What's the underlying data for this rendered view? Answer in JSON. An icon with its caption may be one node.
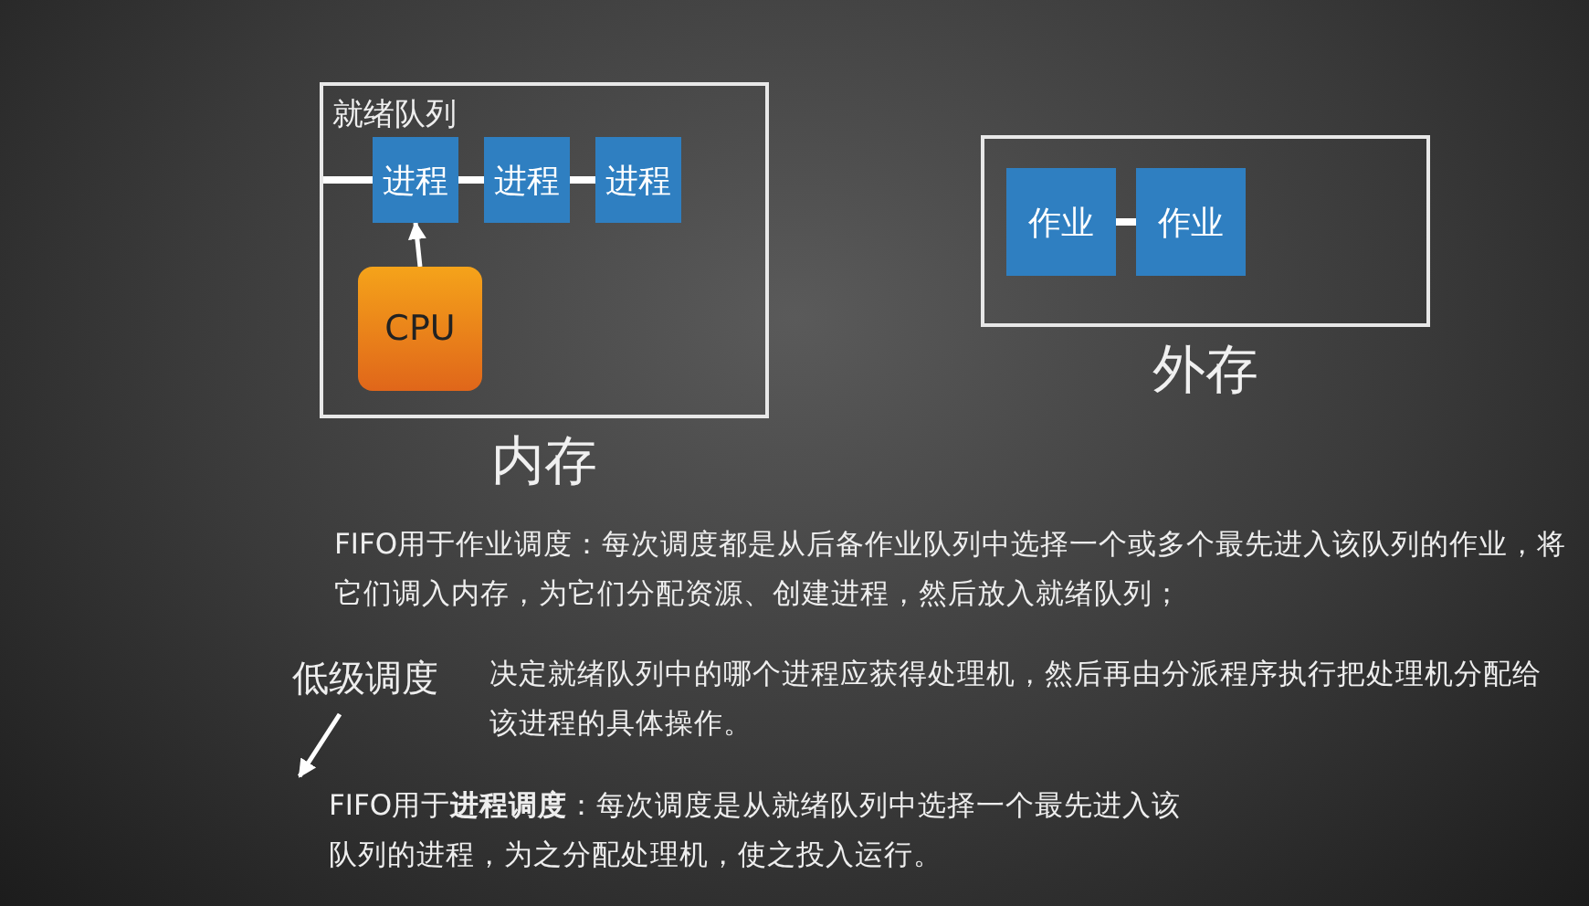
{
  "diagram": {
    "nodes": [
      {
        "text": [
          "就绪队列",
          "内存"
        ]
      },
      {
        "text": [
          "进程"
        ],
        "in": 0
      },
      {
        "text": [
          "进程"
        ],
        "in": 0
      },
      {
        "text": [
          "进程"
        ],
        "in": 0
      },
      {
        "text": [
          "CPU"
        ],
        "in": 0
      },
      {
        "text": [
          "外存"
        ]
      },
      {
        "text": [
          "作业"
        ],
        "in": 5
      },
      {
        "text": [
          "作业"
        ],
        "in": 5
      },
      {
        "text": [
          "低级调度"
        ]
      },
      {
        "text": [
          "FIFO用于**进程调度**：每次调度是从就绪队列中选择一个最先进入该队列的进程，为之分配处理机，使之投入运行。"
        ]
      }
    ],
    "edges": [
      {
        "from": null,
        "to": 1,
        "arrow": "none"
      },
      {
        "from": 1,
        "to": 2,
        "arrow": "none"
      },
      {
        "from": 2,
        "to": 3,
        "arrow": "none"
      },
      {
        "from": 4,
        "to": 1,
        "arrow": "to"
      },
      {
        "from": 6,
        "to": 7,
        "arrow": "none"
      },
      {
        "from": 8,
        "to": 9,
        "arrow": "to"
      }
    ],
    "labels": [
      "FIFO用于作业调度：每次调度都是从后备作业队列中选择一个或多个最先进入该队列的作业，将它们调入内存，为它们分配资源、创建进程，然后放入就绪队列；",
      "决定就绪队列中的哪个进程应获得处理机，然后再由分派程序执行把处理机分配给该进程的具体操作。"
    ]
  }
}
